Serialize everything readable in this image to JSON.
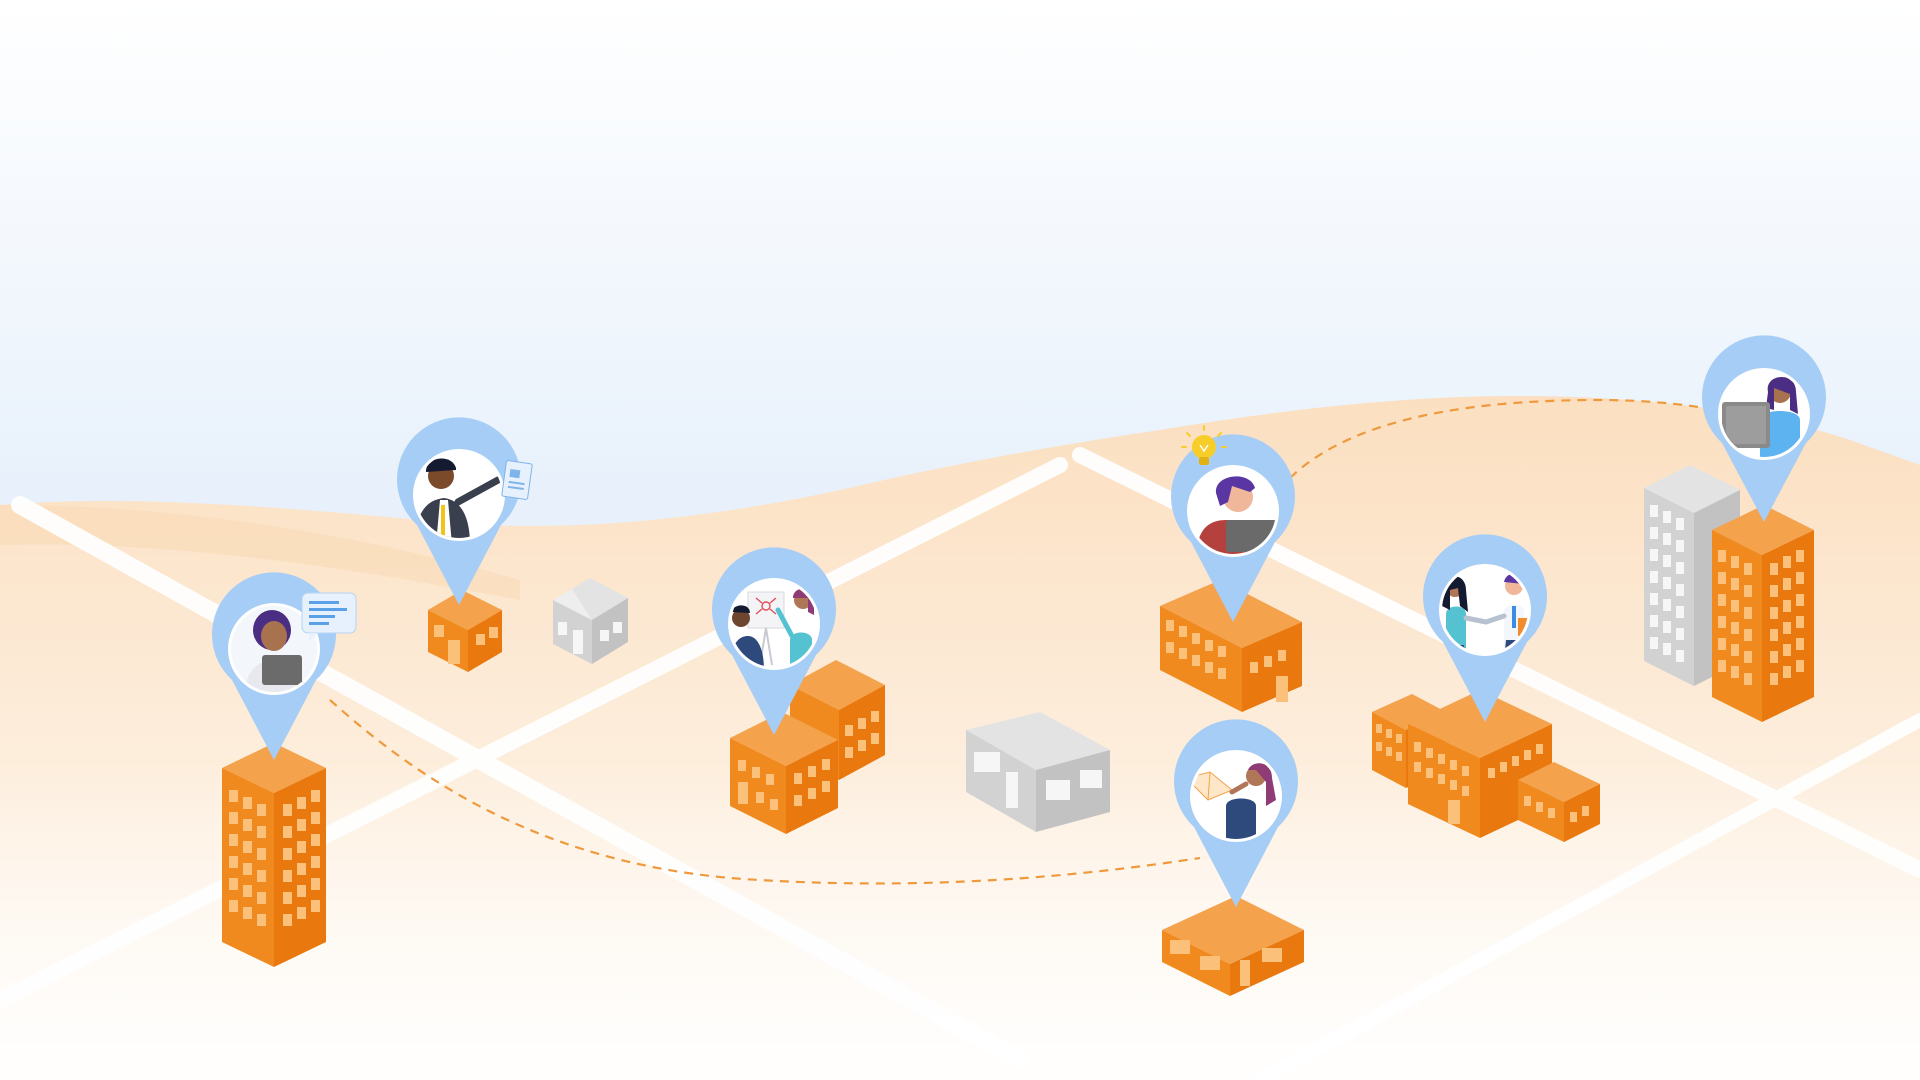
{
  "scene": {
    "palette": {
      "sky_top": "#ffffff",
      "sky_bottom": "#e6f0fb",
      "ground_light": "#fdf0e1",
      "ground_mid": "#fbe3c6",
      "road": "#ffffff",
      "route_line": "#ee9a3c",
      "pin_fill": "#a6cdf5",
      "pin_inner": "#ffffff",
      "orange_top": "#f4a24c",
      "orange_left": "#f08a1f",
      "orange_right": "#e9790f",
      "orange_window": "#fbc07a",
      "gray_top": "#e3e3e3",
      "gray_left": "#d2d2d2",
      "gray_right": "#c2c2c2",
      "gray_window": "#f6f6f6",
      "bulb": "#f7cd2a"
    },
    "pins": [
      {
        "name": "pin-chat-laptop",
        "icon": "person-with-laptop-chat-icon"
      },
      {
        "name": "pin-presenter",
        "icon": "businessman-presenting-document-icon"
      },
      {
        "name": "pin-whiteboard",
        "icon": "team-at-whiteboard-icon"
      },
      {
        "name": "pin-idea",
        "icon": "person-with-idea-laptop-icon"
      },
      {
        "name": "pin-reader",
        "icon": "person-reading-book-icon"
      },
      {
        "name": "pin-handshake",
        "icon": "handshake-meeting-icon"
      },
      {
        "name": "pin-laptop-worker",
        "icon": "person-at-laptop-icon"
      }
    ],
    "buildings": [
      {
        "name": "office-tower-left",
        "color": "orange"
      },
      {
        "name": "small-house-orange",
        "color": "orange"
      },
      {
        "name": "house-gray",
        "color": "gray"
      },
      {
        "name": "office-complex-center",
        "color": "orange"
      },
      {
        "name": "warehouse-gray",
        "color": "gray"
      },
      {
        "name": "office-building-idea",
        "color": "orange"
      },
      {
        "name": "low-building-reader",
        "color": "orange"
      },
      {
        "name": "office-campus-right",
        "color": "orange"
      },
      {
        "name": "tower-gray-right",
        "color": "gray"
      },
      {
        "name": "tower-orange-right",
        "color": "orange"
      }
    ]
  }
}
